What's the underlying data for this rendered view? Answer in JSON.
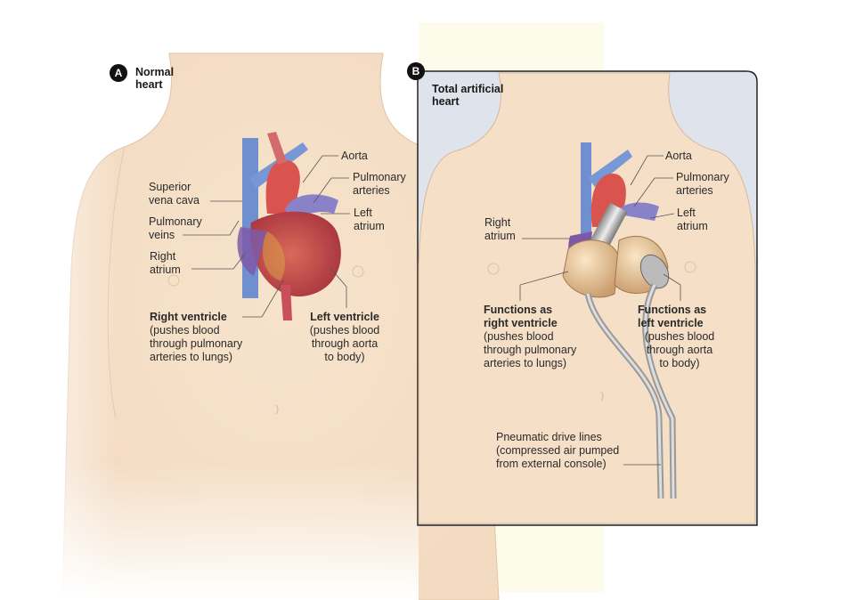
{
  "panel_a": {
    "badge": "A",
    "title": [
      "Normal",
      "heart"
    ],
    "labels": {
      "superior_vena_cava": [
        "Superior",
        "vena cava"
      ],
      "pulmonary_veins": [
        "Pulmonary",
        "veins"
      ],
      "right_atrium": [
        "Right",
        "atrium"
      ],
      "aorta": "Aorta",
      "pulmonary_arteries": [
        "Pulmonary",
        "arteries"
      ],
      "left_atrium": [
        "Left",
        "atrium"
      ],
      "right_ventricle": {
        "title": "Right ventricle",
        "lines": [
          "(pushes blood",
          "through pulmonary",
          "arteries to lungs)"
        ]
      },
      "left_ventricle": {
        "title": "Left ventricle",
        "lines": [
          "(pushes blood",
          "through aorta",
          "to body)"
        ]
      }
    }
  },
  "panel_b": {
    "badge": "B",
    "title": [
      "Total artificial",
      "heart"
    ],
    "labels": {
      "aorta": "Aorta",
      "pulmonary_arteries": [
        "Pulmonary",
        "arteries"
      ],
      "left_atrium": [
        "Left",
        "atrium"
      ],
      "right_atrium": [
        "Right",
        "atrium"
      ],
      "right_ventricle": {
        "title": [
          "Functions as",
          "right ventricle"
        ],
        "lines": [
          "(pushes blood",
          "through pulmonary",
          "arteries to lungs)"
        ]
      },
      "left_ventricle": {
        "title": [
          "Functions as",
          "left ventricle"
        ],
        "lines": [
          "(pushes blood",
          "through aorta",
          "to body)"
        ]
      },
      "drive_lines": [
        "Pneumatic drive lines",
        "(compressed air pumped",
        "from external console)"
      ]
    }
  },
  "colors": {
    "skin": "#f5dfc6",
    "skin_outline": "#d9b79a",
    "vein": "#6f8fd0",
    "artery": "#d9534f",
    "device": "#e8c9a0",
    "panel_bg": "#dde2ec"
  }
}
